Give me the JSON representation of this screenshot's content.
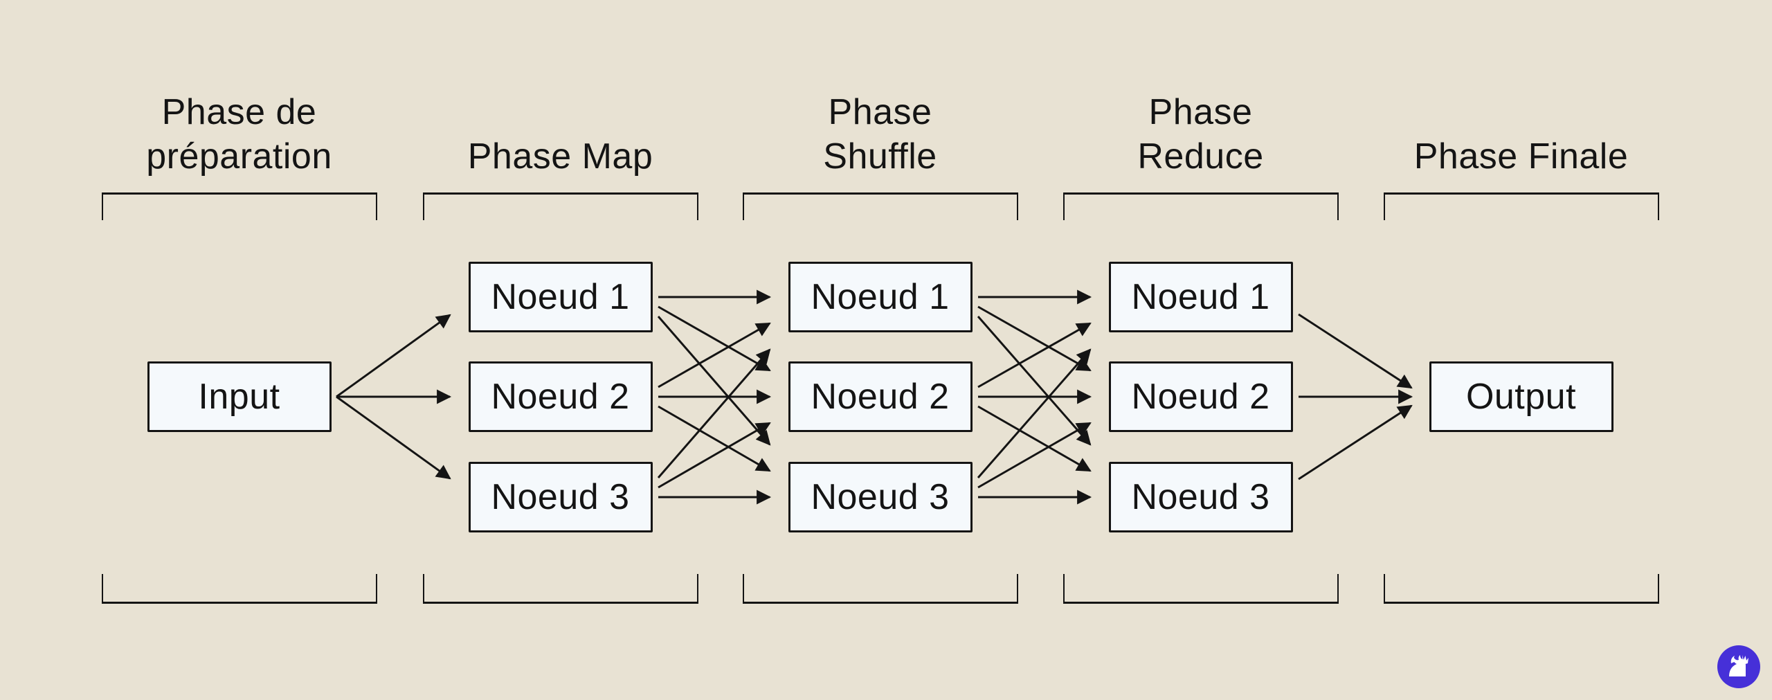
{
  "diagram": {
    "phases": [
      {
        "label": "Phase de\npréparation",
        "nodes": [
          "Input"
        ]
      },
      {
        "label": "Phase Map",
        "nodes": [
          "Noeud 1",
          "Noeud 2",
          "Noeud 3"
        ]
      },
      {
        "label": "Phase\nShuffle",
        "nodes": [
          "Noeud 1",
          "Noeud 2",
          "Noeud 3"
        ]
      },
      {
        "label": "Phase\nReduce",
        "nodes": [
          "Noeud 1",
          "Noeud 2",
          "Noeud 3"
        ]
      },
      {
        "label": "Phase Finale",
        "nodes": [
          "Output"
        ]
      }
    ]
  },
  "colors": {
    "background": "#e8e2d3",
    "box_fill": "#f5f9fc",
    "ink": "#141414",
    "logo_purple": "#4630d8"
  },
  "icons": {
    "logo": "phoenix-bird-icon"
  }
}
